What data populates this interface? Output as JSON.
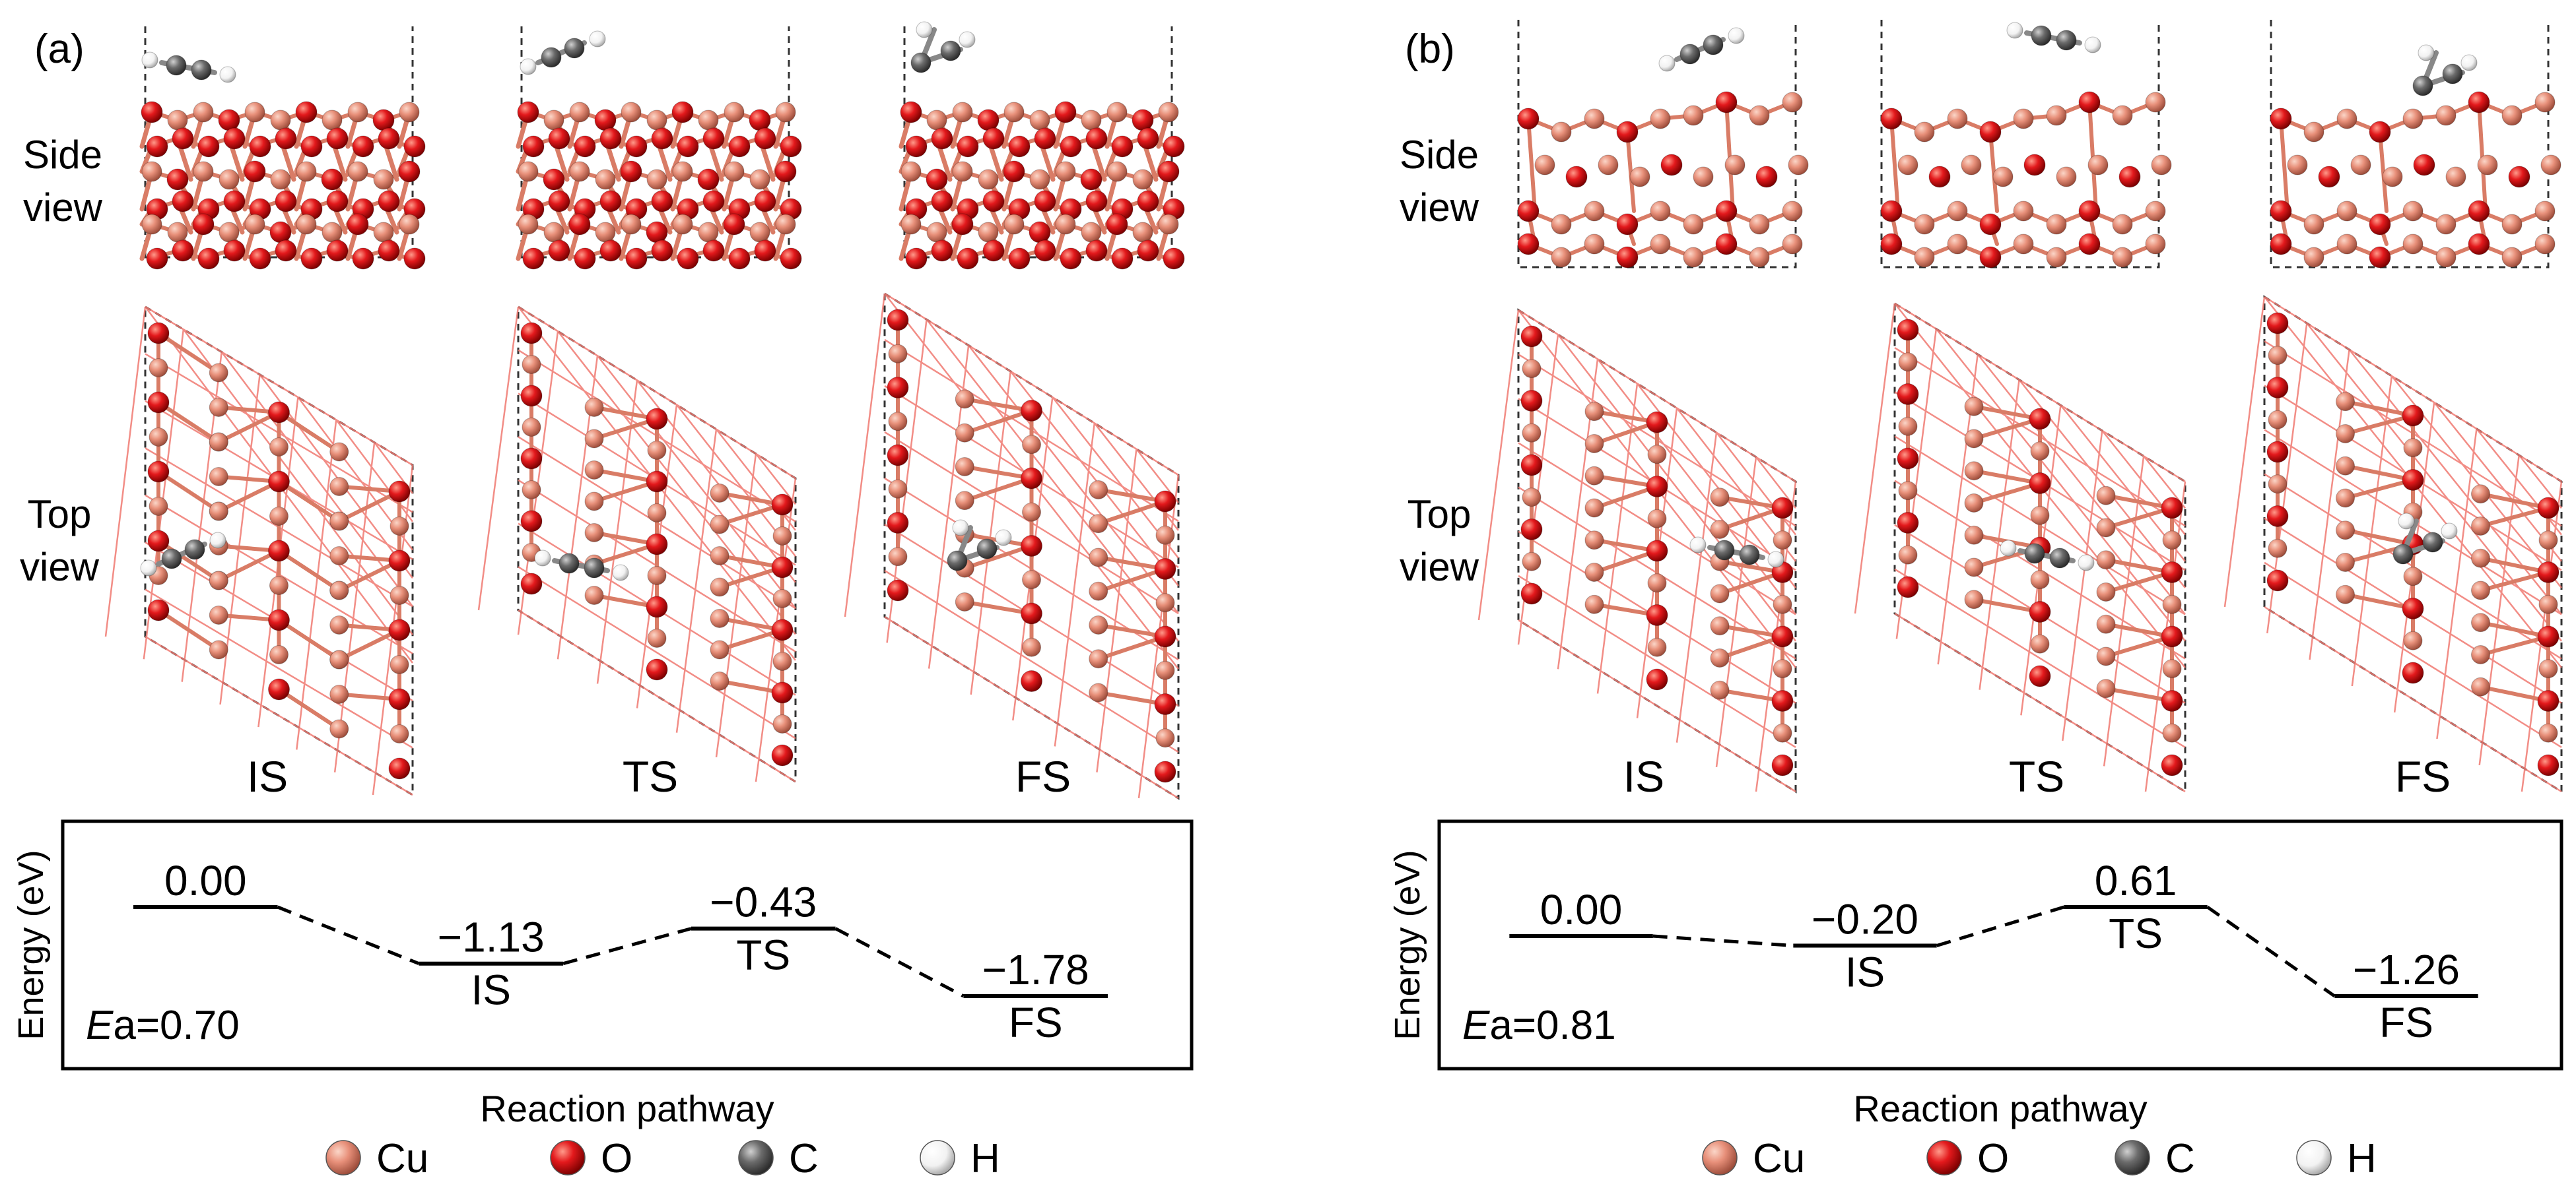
{
  "panels": [
    {
      "tag": "(a)",
      "row_labels": {
        "side": [
          "Side",
          "view"
        ],
        "top": [
          "Top",
          "view"
        ]
      },
      "states": [
        "IS",
        "TS",
        "FS"
      ],
      "chart_data": {
        "type": "energy-profile",
        "ylabel": "Energy (eV)",
        "xlabel": "Reaction pathway",
        "ea_prefix": "E",
        "ea_suffix": "a=0.70",
        "ea_value": 0.7,
        "levels": [
          {
            "value": "0.00",
            "name": "",
            "energy": 0.0
          },
          {
            "value": "−1.13",
            "name": "IS",
            "energy": -1.13
          },
          {
            "value": "−0.43",
            "name": "TS",
            "energy": -0.43
          },
          {
            "value": "−1.78",
            "name": "FS",
            "energy": -1.78
          }
        ]
      }
    },
    {
      "tag": "(b)",
      "row_labels": {
        "side": [
          "Side",
          "view"
        ],
        "top": [
          "Top",
          "view"
        ]
      },
      "states": [
        "IS",
        "TS",
        "FS"
      ],
      "chart_data": {
        "type": "energy-profile",
        "ylabel": "Energy (eV)",
        "xlabel": "Reaction pathway",
        "ea_prefix": "E",
        "ea_suffix": "a=0.81",
        "ea_value": 0.81,
        "levels": [
          {
            "value": "0.00",
            "name": "",
            "energy": 0.0
          },
          {
            "value": "−0.20",
            "name": "IS",
            "energy": -0.2
          },
          {
            "value": "0.61",
            "name": "TS",
            "energy": 0.61
          },
          {
            "value": "−1.26",
            "name": "FS",
            "energy": -1.26
          }
        ]
      }
    }
  ],
  "legend": [
    {
      "symbol": "Cu",
      "color": "#e8907a"
    },
    {
      "symbol": "O",
      "color": "#e3191c"
    },
    {
      "symbol": "C",
      "color": "#6b6b6b"
    },
    {
      "symbol": "H",
      "color": "#f2f2f2"
    }
  ],
  "colors": {
    "cu": "#e8907a",
    "o": "#e3191c",
    "c": "#6b6b6b",
    "h": "#f2f2f2",
    "bond": "#e8907a",
    "grid": "#f07a72"
  }
}
